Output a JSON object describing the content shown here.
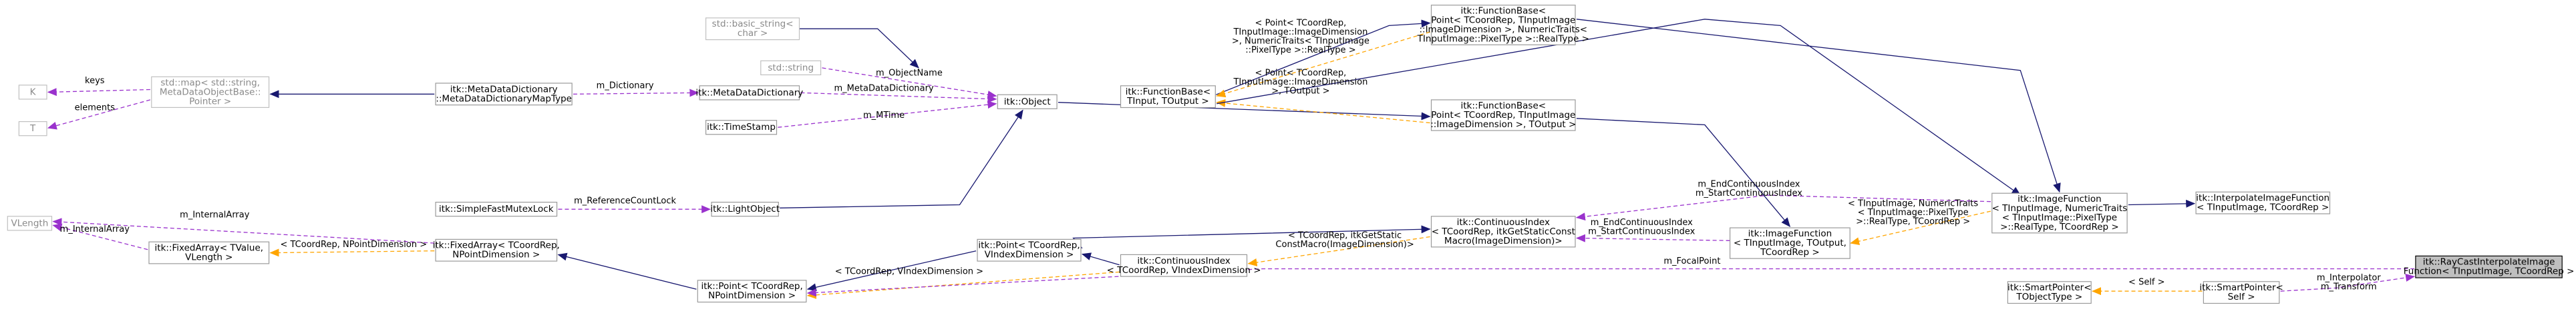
{
  "colors": {
    "inheritance": "#191970",
    "usage": "#9a32cd",
    "template": "#ffa500",
    "node_border": "#9a9a9a",
    "focus_fill": "#bfbfbf"
  },
  "nodes": [
    {
      "id": "basic_string",
      "lines": [
        "std::basic_string<",
        "char >"
      ],
      "style": "grey"
    },
    {
      "id": "std_string",
      "lines": [
        "std::string"
      ],
      "style": "grey"
    },
    {
      "id": "K",
      "lines": [
        "K"
      ],
      "style": "grey"
    },
    {
      "id": "T",
      "lines": [
        "T"
      ],
      "style": "grey"
    },
    {
      "id": "std_map",
      "lines": [
        "std::map< std::string,",
        "MetaDataObjectBase::",
        "Pointer >"
      ],
      "style": "grey"
    },
    {
      "id": "mdd_map",
      "lines": [
        "itk::MetaDataDictionary",
        "::MetaDataDictionaryMapType"
      ],
      "style": "normal"
    },
    {
      "id": "mdd",
      "lines": [
        "itk::MetaDataDictionary"
      ],
      "style": "normal"
    },
    {
      "id": "timestamp",
      "lines": [
        "itk::TimeStamp"
      ],
      "style": "normal"
    },
    {
      "id": "object",
      "lines": [
        "itk::Object"
      ],
      "style": "normal"
    },
    {
      "id": "mutexlock",
      "lines": [
        "itk::SimpleFastMutexLock"
      ],
      "style": "normal"
    },
    {
      "id": "lightobject",
      "lines": [
        "itk::LightObject"
      ],
      "style": "normal"
    },
    {
      "id": "vlength",
      "lines": [
        "VLength"
      ],
      "style": "grey"
    },
    {
      "id": "fixedarray_tv",
      "lines": [
        "itk::FixedArray< TValue,",
        "VLength >"
      ],
      "style": "normal"
    },
    {
      "id": "fixedarray_tc",
      "lines": [
        "itk::FixedArray< TCoordRep,",
        "NPointDimension >"
      ],
      "style": "normal"
    },
    {
      "id": "point_np",
      "lines": [
        "itk::Point< TCoordRep,",
        "NPointDimension >"
      ],
      "style": "normal"
    },
    {
      "id": "point_vi",
      "lines": [
        "itk::Point< TCoordRep,",
        "VIndexDimension >"
      ],
      "style": "normal"
    },
    {
      "id": "contindex_vi",
      "lines": [
        "itk::ContinuousIndex",
        "< TCoordRep, VIndexDimension >"
      ],
      "style": "normal"
    },
    {
      "id": "fb_tinput",
      "lines": [
        "itk::FunctionBase<",
        "TInput, TOutput >"
      ],
      "style": "normal"
    },
    {
      "id": "fb_point_rt",
      "lines": [
        "itk::FunctionBase<",
        "Point< TCoordRep, TInputImage",
        "::ImageDimension >, NumericTraits<",
        "TInputImage::PixelType >::RealType >"
      ],
      "style": "normal"
    },
    {
      "id": "fb_point_to",
      "lines": [
        "itk::FunctionBase<",
        "Point< TCoordRep, TInputImage",
        "::ImageDimension >, TOutput >"
      ],
      "style": "normal"
    },
    {
      "id": "contindex_static",
      "lines": [
        "itk::ContinuousIndex",
        "< TCoordRep, itkGetStaticConst",
        "Macro(ImageDimension)>"
      ],
      "style": "normal"
    },
    {
      "id": "imgfunc_to",
      "lines": [
        "itk::ImageFunction",
        "< TInputImage, TOutput,",
        "TCoordRep >"
      ],
      "style": "normal"
    },
    {
      "id": "imgfunc_nt",
      "lines": [
        "itk::ImageFunction",
        "< TInputImage, NumericTraits",
        "< TInputImage::PixelType",
        ">::RealType, TCoordRep >"
      ],
      "style": "normal"
    },
    {
      "id": "interp",
      "lines": [
        "itk::InterpolateImageFunction",
        "< TInputImage, TCoordRep >"
      ],
      "style": "normal"
    },
    {
      "id": "raycast",
      "lines": [
        "itk::RayCastInterpolateImage",
        "Function< TInputImage, TCoordRep >"
      ],
      "style": "focus"
    },
    {
      "id": "sp_tobj",
      "lines": [
        "itk::SmartPointer<",
        "TObjectType >"
      ],
      "style": "normal"
    },
    {
      "id": "sp_self",
      "lines": [
        "itk::SmartPointer<",
        "Self >"
      ],
      "style": "normal"
    }
  ],
  "edges": [
    {
      "id": "e1",
      "kind": "inheritance",
      "labels": []
    },
    {
      "id": "e2",
      "kind": "usage",
      "labels": [
        "m_ObjectName"
      ]
    },
    {
      "id": "e3",
      "kind": "usage",
      "labels": [
        "keys"
      ]
    },
    {
      "id": "e4",
      "kind": "usage",
      "labels": [
        "elements"
      ]
    },
    {
      "id": "e5",
      "kind": "inheritance",
      "labels": []
    },
    {
      "id": "e6",
      "kind": "usage",
      "labels": [
        "m_Dictionary"
      ]
    },
    {
      "id": "e7",
      "kind": "usage",
      "labels": [
        "m_MetaDataDictionary"
      ]
    },
    {
      "id": "e8",
      "kind": "usage",
      "labels": [
        "m_MTime"
      ]
    },
    {
      "id": "e9",
      "kind": "inheritance",
      "labels": []
    },
    {
      "id": "e10",
      "kind": "usage",
      "labels": [
        "m_ReferenceCountLock"
      ]
    },
    {
      "id": "e11",
      "kind": "usage",
      "labels": [
        "m_InternalArray"
      ]
    },
    {
      "id": "e12",
      "kind": "usage",
      "labels": [
        "m_InternalArray"
      ]
    },
    {
      "id": "e13",
      "kind": "template",
      "labels": [
        "< TCoordRep, NPointDimension >"
      ]
    },
    {
      "id": "e14",
      "kind": "inheritance",
      "labels": []
    },
    {
      "id": "e15",
      "kind": "inheritance",
      "labels": []
    },
    {
      "id": "e16",
      "kind": "inheritance",
      "labels": []
    },
    {
      "id": "e17",
      "kind": "inheritance",
      "labels": []
    },
    {
      "id": "e18",
      "kind": "template",
      "labels": [
        "< TCoordRep, VIndexDimension >"
      ]
    },
    {
      "id": "e19",
      "kind": "inheritance",
      "labels": []
    },
    {
      "id": "e20",
      "kind": "inheritance",
      "labels": []
    },
    {
      "id": "e21",
      "kind": "template",
      "labels": [
        "< Point< TCoordRep,",
        "TInputImage::ImageDimension",
        ">, NumericTraits< TInputImage",
        "::PixelType >::RealType >"
      ]
    },
    {
      "id": "e22",
      "kind": "template",
      "labels": [
        "< Point< TCoordRep,",
        "TInputImage::ImageDimension",
        ">, TOutput >"
      ]
    },
    {
      "id": "e23",
      "kind": "template",
      "labels": [
        "< TCoordRep, itkGetStatic",
        "ConstMacro(ImageDimension)>"
      ]
    },
    {
      "id": "e24",
      "kind": "inheritance",
      "labels": []
    },
    {
      "id": "e25",
      "kind": "inheritance",
      "labels": []
    },
    {
      "id": "e26",
      "kind": "template",
      "labels": [
        "< TInputImage, NumericTraits",
        "< TInputImage::PixelType",
        ">::RealType, TCoordRep >"
      ]
    },
    {
      "id": "e27",
      "kind": "usage",
      "labels": [
        "m_EndContinuousIndex",
        "m_StartContinuousIndex"
      ]
    },
    {
      "id": "e28",
      "kind": "usage",
      "labels": [
        "m_EndContinuousIndex",
        "m_StartContinuousIndex"
      ]
    },
    {
      "id": "e29",
      "kind": "inheritance",
      "labels": []
    },
    {
      "id": "e30",
      "kind": "inheritance",
      "labels": []
    },
    {
      "id": "e31",
      "kind": "usage",
      "labels": [
        "m_FocalPoint"
      ]
    },
    {
      "id": "e32",
      "kind": "template",
      "labels": [
        "< Self >"
      ]
    },
    {
      "id": "e33",
      "kind": "usage",
      "labels": [
        "m_Interpolator",
        "m_Transform"
      ]
    }
  ]
}
